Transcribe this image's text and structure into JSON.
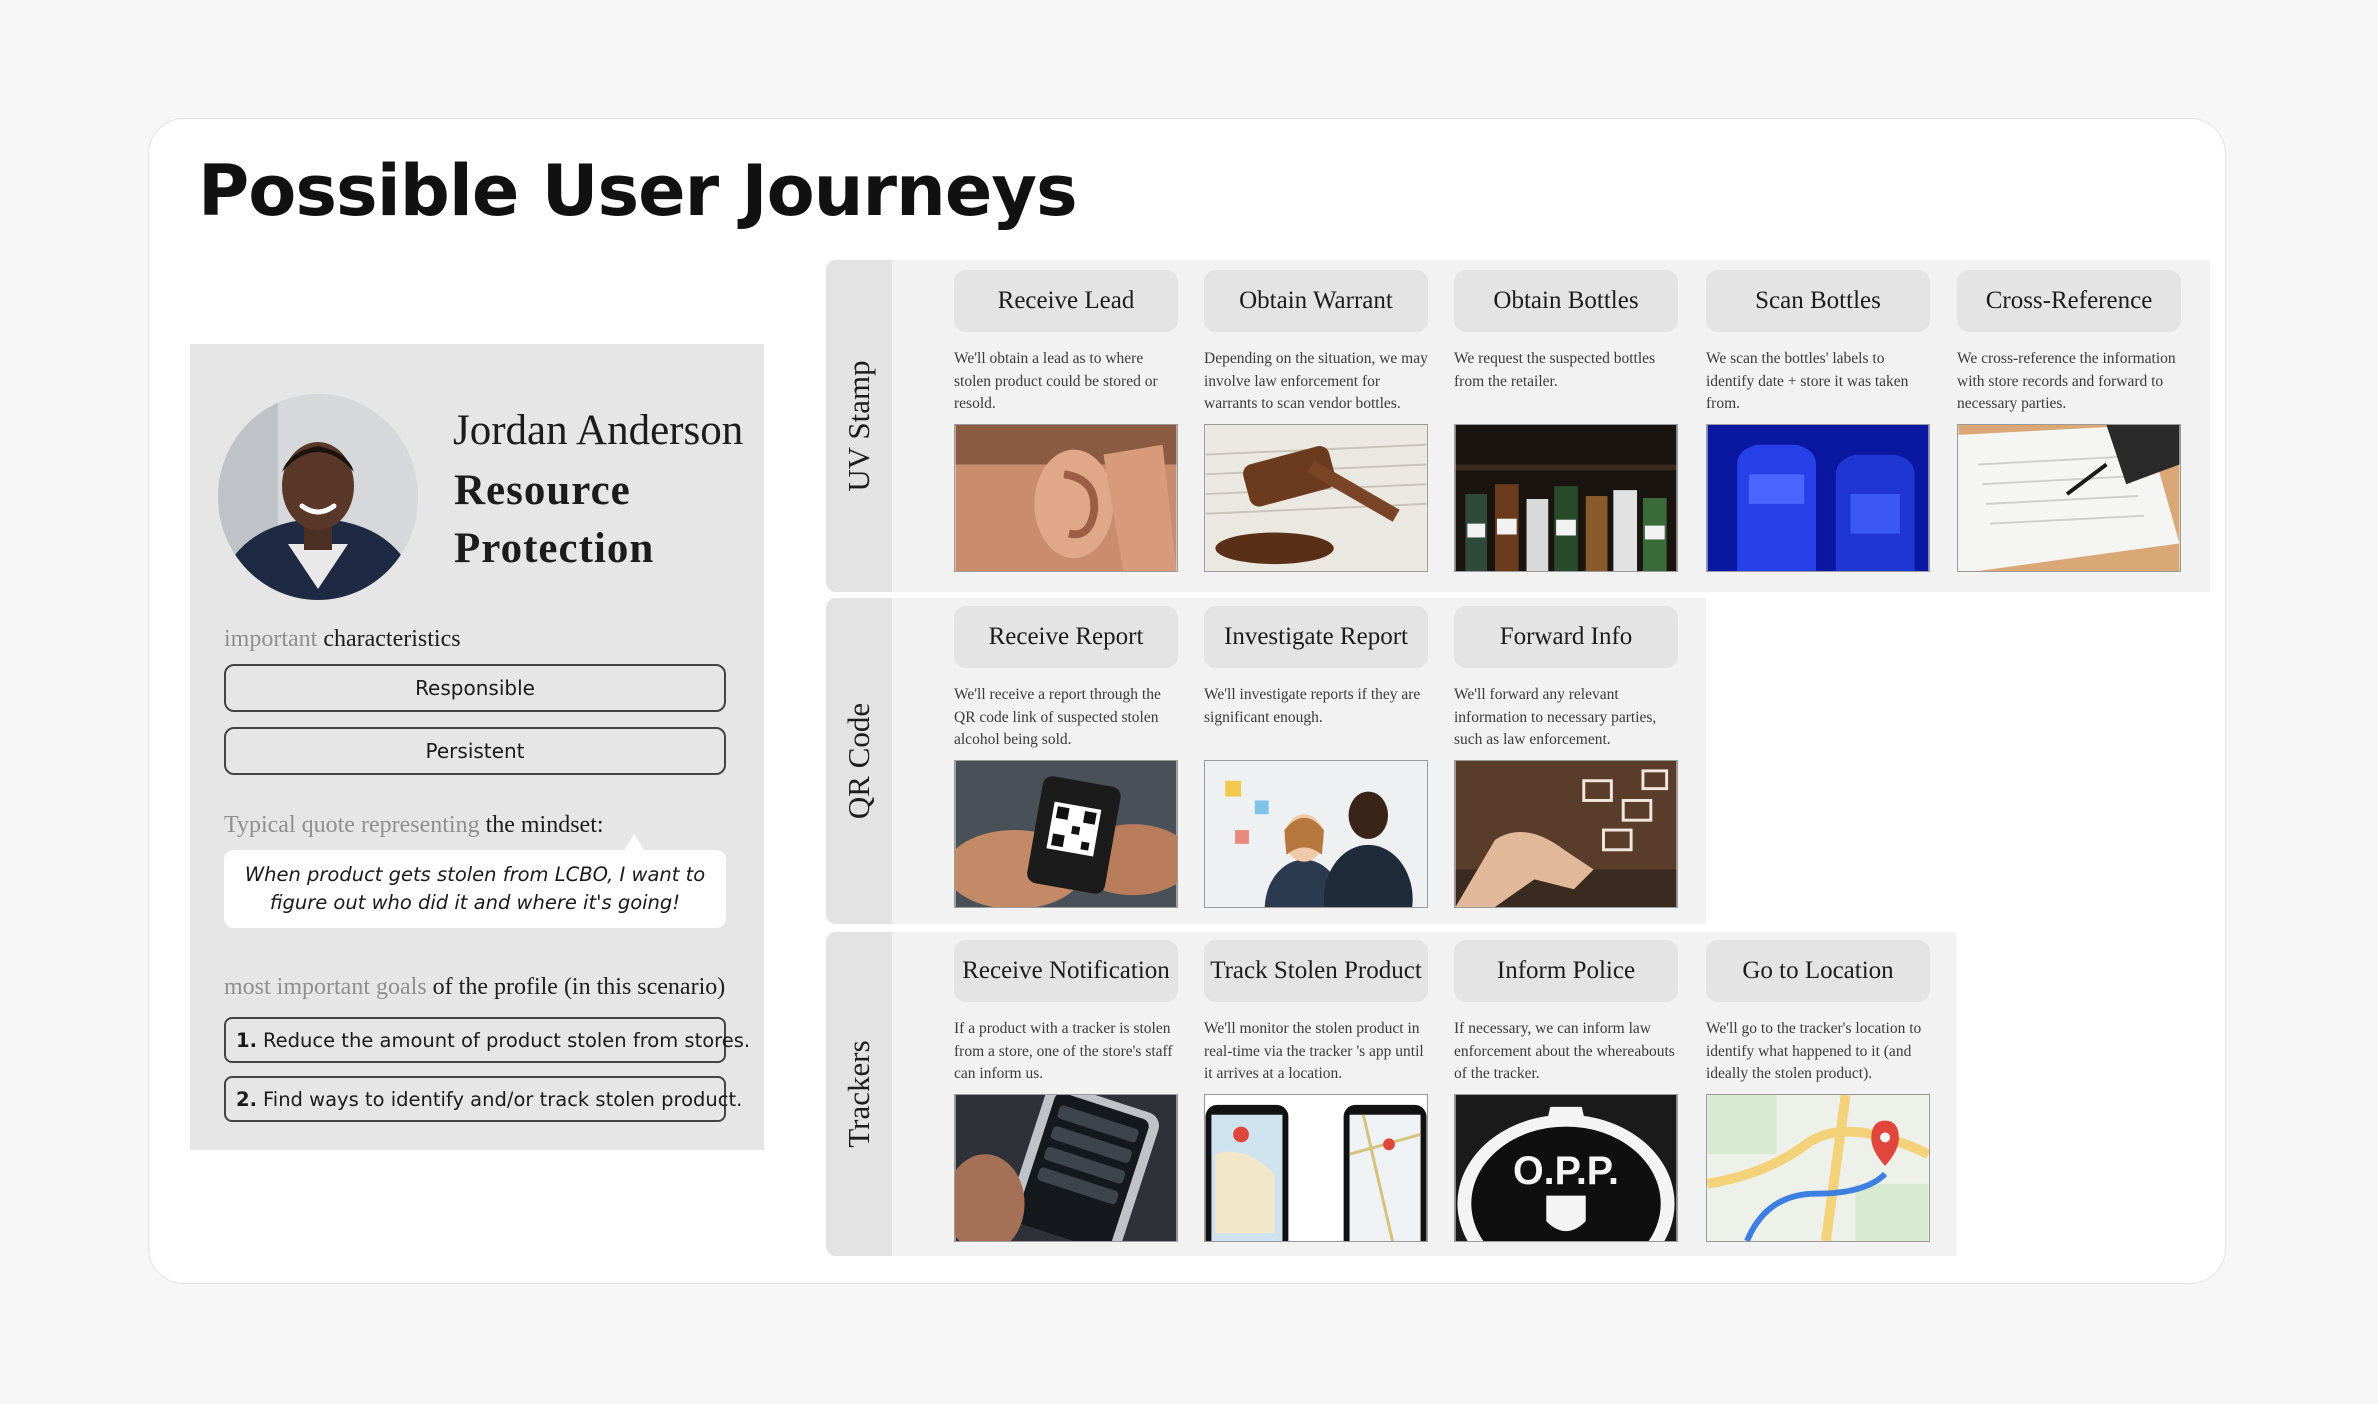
{
  "title": "Possible User Journeys",
  "persona": {
    "name": "Jordan Anderson",
    "role_line1": "Resource",
    "role_line2": "Protection",
    "characteristics_label_muted": "important",
    "characteristics_label": "characteristics",
    "characteristics": [
      "Responsible",
      "Persistent"
    ],
    "quote_label_muted": "Typical quote representing",
    "quote_label": "the mindset:",
    "quote": "When product gets stolen from LCBO, I want to figure out who did it and where it's going!",
    "goals_label_muted": "most important goals",
    "goals_label": "of the profile (in this scenario)",
    "goals": [
      {
        "num": "1.",
        "text": "Reduce the amount of product stolen from stores."
      },
      {
        "num": "2.",
        "text": "Find ways to identify and/or track stolen product."
      }
    ]
  },
  "journeys": [
    {
      "label": "UV Stamp",
      "steps": [
        {
          "title": "Receive Lead",
          "desc": "We'll obtain a lead as to where stolen product could be stored or resold.",
          "image": "ear-listening-icon"
        },
        {
          "title": "Obtain Warrant",
          "desc": "Depending on the situation, we may involve law enforcement for warrants to scan vendor bottles.",
          "image": "gavel-icon"
        },
        {
          "title": "Obtain Bottles",
          "desc": "We request the suspected bottles from the retailer.",
          "image": "liquor-bottles-icon"
        },
        {
          "title": "Scan Bottles",
          "desc": "We scan the bottles' labels to identify date + store it was taken from.",
          "image": "uv-bottle-icon"
        },
        {
          "title": "Cross-Reference",
          "desc": "We cross-reference the information with store records and forward to necessary parties.",
          "image": "document-signing-icon"
        }
      ]
    },
    {
      "label": "QR Code",
      "steps": [
        {
          "title": "Receive Report",
          "desc": "We'll receive a report through the QR code link of suspected stolen alcohol being sold.",
          "image": "qr-phone-scan-icon"
        },
        {
          "title": "Investigate Report",
          "desc": "We'll investigate reports if they are significant enough.",
          "image": "investigators-icon"
        },
        {
          "title": "Forward Info",
          "desc": "We'll forward any relevant information to necessary parties, such as law enforcement.",
          "image": "email-forward-icon"
        }
      ]
    },
    {
      "label": "Trackers",
      "steps": [
        {
          "title": "Receive Notification",
          "desc": "If a product with a tracker is stolen from a store, one of the store's staff can inform us.",
          "image": "phone-notification-icon"
        },
        {
          "title": "Track Stolen Product",
          "desc": "We'll monitor the stolen product in real-time via the tracker 's app until it arrives at a location.",
          "image": "tracker-app-icon"
        },
        {
          "title": "Inform Police",
          "desc": "If necessary, we can inform law enforcement about the whereabouts of the tracker.",
          "image": "police-badge-icon"
        },
        {
          "title": "Go to Location",
          "desc": "We'll go to the tracker's location to identify what happened to it (and ideally the stolen product).",
          "image": "map-pin-icon"
        }
      ]
    }
  ],
  "police_badge_text": "O.P.P.",
  "colors": {
    "accent_tab": "#e3e3e3",
    "panel": "#e6e6e6",
    "map_pin": "#e0463c",
    "uv_blue": "#1b2fd6"
  }
}
